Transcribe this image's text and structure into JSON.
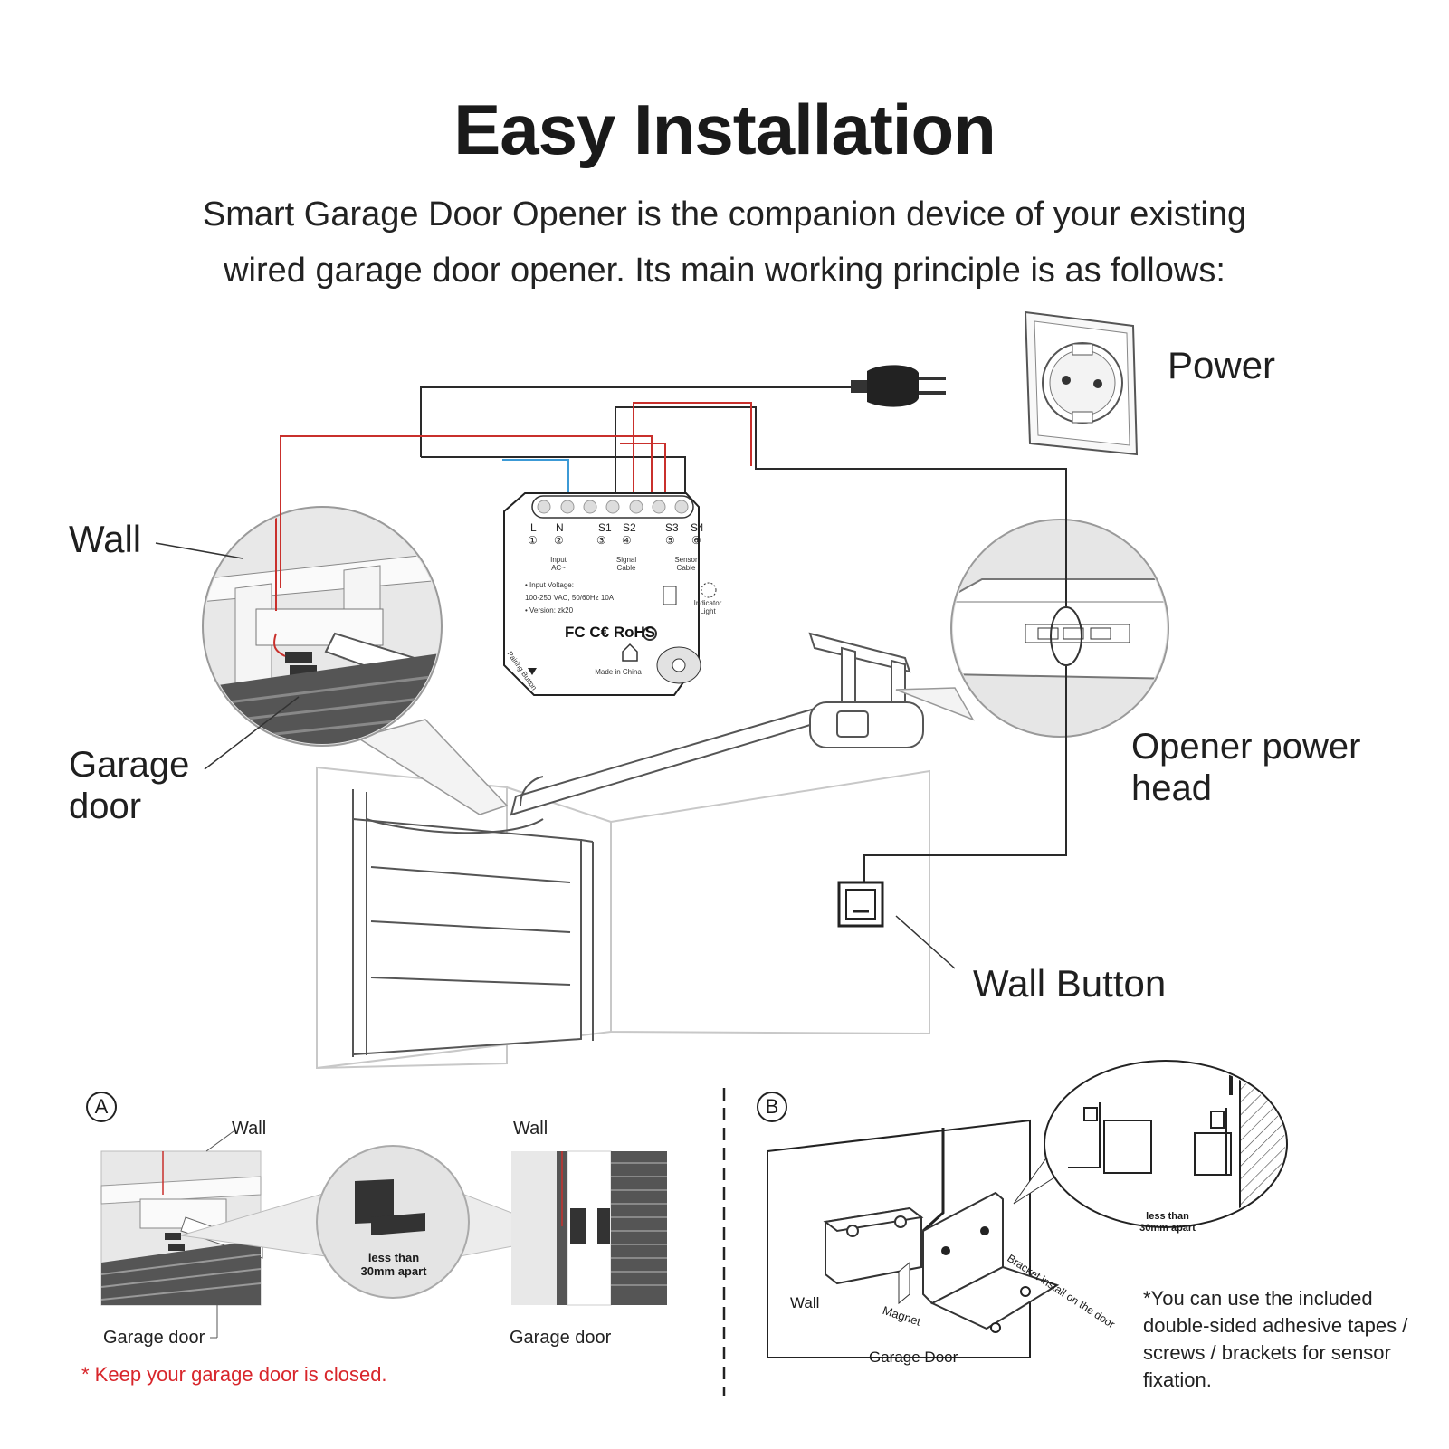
{
  "title": "Easy Installation",
  "subtitle": {
    "line1": "Smart Garage Door Opener is the companion device of your existing",
    "line2": "wired garage door opener. Its main working principle is as follows:"
  },
  "labels": {
    "power": "Power",
    "wall": "Wall",
    "garage_door": [
      "Garage",
      "door"
    ],
    "opener_power_head": [
      "Opener power",
      "head"
    ],
    "wall_button": "Wall Button"
  },
  "module": {
    "terminals": [
      "L",
      "N",
      "S1",
      "S2",
      "S3",
      "S4"
    ],
    "terminal_nums": [
      "①",
      "②",
      "③",
      "④",
      "⑤",
      "⑥"
    ],
    "input": [
      "Input",
      "AC~"
    ],
    "signal": [
      "Signal",
      "Cable"
    ],
    "sensor": [
      "Sensor",
      "Cable"
    ],
    "spec_lines": [
      "• Input Voltage:",
      "100-250 VAC, 50/60Hz 10A",
      "• Version: zk20"
    ],
    "indicator": [
      "Indicator",
      "Light"
    ],
    "certs": "FC C€ RoHS",
    "pairing": "Pairing Button",
    "made_in": "Made in China"
  },
  "section_a": {
    "marker": "A",
    "wall_left": "Wall",
    "wall_right": "Wall",
    "distance": [
      "less than",
      "30mm apart"
    ],
    "garage_door_left": "Garage door",
    "garage_door_right": "Garage door",
    "warning": "* Keep your garage door is closed."
  },
  "section_b": {
    "marker": "B",
    "distance": [
      "less than",
      "30mm apart"
    ],
    "wall": "Wall",
    "magnet": "Magnet",
    "bracket": "Bracket install on the door",
    "garage_door": "Garage Door",
    "note": [
      "*You can use the included",
      "double-sided adhesive tapes /",
      "screws / brackets for sensor",
      "fixation."
    ]
  },
  "colors": {
    "wire_red": "#c9302c",
    "wire_blue": "#3c9ad6",
    "wire_dark": "#2a2a2a",
    "lens_gray": "#e3e3e3",
    "note_red": "#d8262b"
  }
}
